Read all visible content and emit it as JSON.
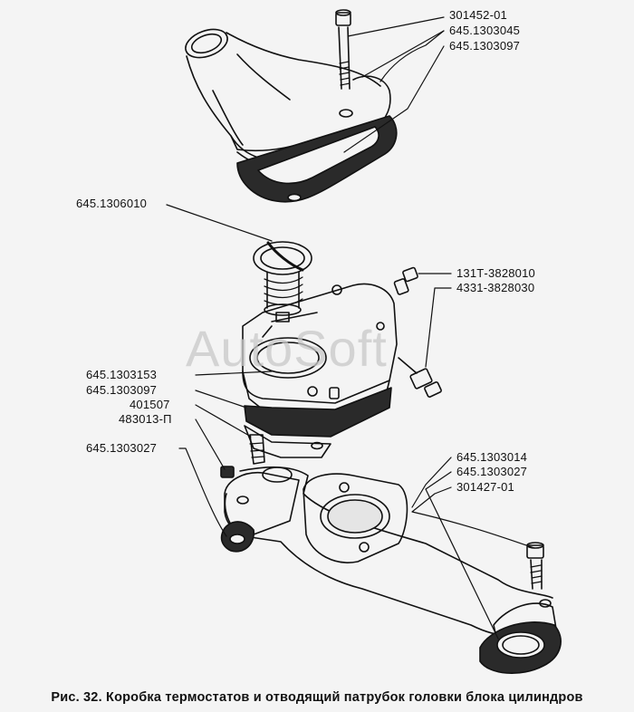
{
  "watermark": "AutoSoft",
  "caption": "Рис. 32. Коробка термостатов и отводящий патрубок головки блока цилиндров",
  "labels": {
    "bolt_top": "301452-01",
    "housing_cover": "645.1303045",
    "gasket_top": "645.1303097",
    "thermostat": "645.1306010",
    "sensor_1": "131Т-3828010",
    "sensor_2": "4331-3828030",
    "thermostat_box": "645.1303153",
    "gasket_mid": "645.1303097",
    "fitting": "401507",
    "plug": "483013-П",
    "outlet_left": "645.1303027",
    "outlet_pipe": "645.1303014",
    "outlet_gasket": "645.1303027",
    "bolt_bottom": "301427-01"
  }
}
